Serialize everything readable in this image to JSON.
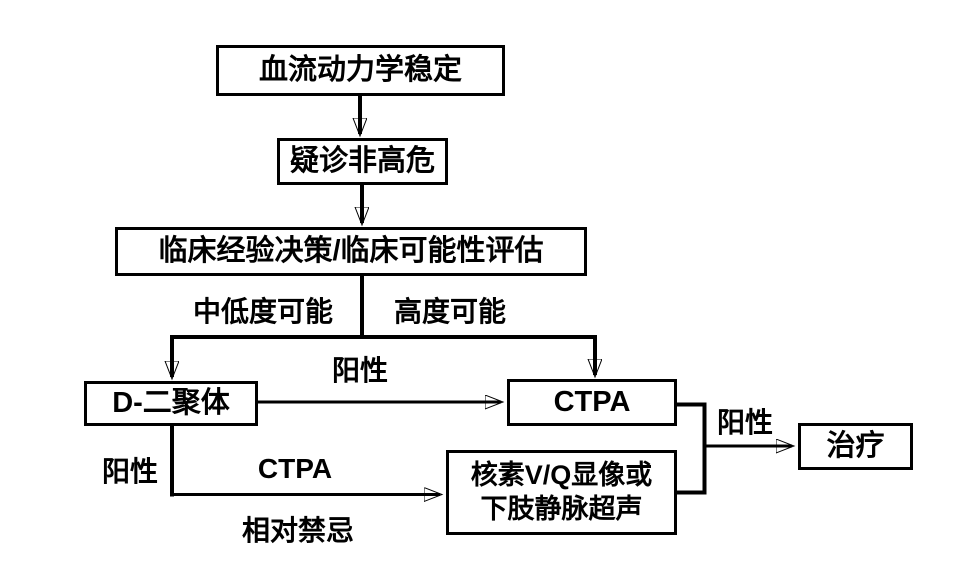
{
  "diagram": {
    "type": "flowchart",
    "colors": {
      "background": "#ffffff",
      "line": "#000000",
      "text": "#000000"
    },
    "nodes": {
      "hemodynamic_stable": {
        "label": "血流动力学稳定"
      },
      "suspected_non_high_risk": {
        "label": "疑诊非高危"
      },
      "clinical_assessment": {
        "label": "临床经验决策/临床可能性评估"
      },
      "d_dimer": {
        "label": "D-二聚体"
      },
      "ctpa": {
        "label": "CTPA"
      },
      "vq_or_ultrasound": {
        "line1": "核素V/Q显像或",
        "line2": "下肢静脉超声"
      },
      "treatment": {
        "label": "治疗"
      }
    },
    "edge_labels": {
      "low_moderate_probability": "中低度可能",
      "high_probability": "高度可能",
      "ddimer_positive_to_ctpa": "阳性",
      "ddimer_positive_down": "阳性",
      "ctpa_contraindication_word": "CTPA",
      "ctpa_contraindication_rest": "相对禁忌",
      "positive_to_treatment": "阳性"
    }
  }
}
